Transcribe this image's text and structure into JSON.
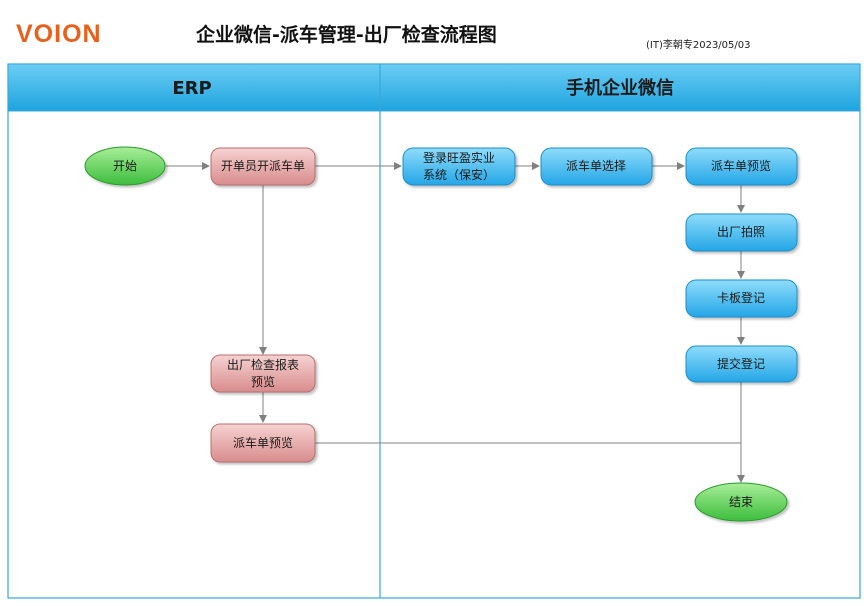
{
  "header": {
    "logo": "VOION",
    "title": "企业微信-派车管理-出厂检查流程图",
    "author": "(IT)李朝专2023/05/03"
  },
  "lanes": {
    "erp": "ERP",
    "wechat": "手机企业微信"
  },
  "nodes": {
    "start": "开始",
    "open_dispatch": "开单员开派车单",
    "login_line1": "登录旺盈实业",
    "login_line2": "系统（保安）",
    "select_dispatch": "派车单选择",
    "preview_wx": "派车单预览",
    "photo": "出厂拍照",
    "card_register": "卡板登记",
    "submit": "提交登记",
    "report_line1": "出厂检查报表",
    "report_line2": "预览",
    "preview_erp": "派车单预览",
    "end": "结束"
  },
  "colors": {
    "lane_header": "#2bb0e8",
    "lane_border": "#3ba7d8",
    "erp_node": "#e4a2a2",
    "wechat_node": "#3bb6ee",
    "terminal_node": "#4ec94e",
    "connector": "#808080"
  }
}
